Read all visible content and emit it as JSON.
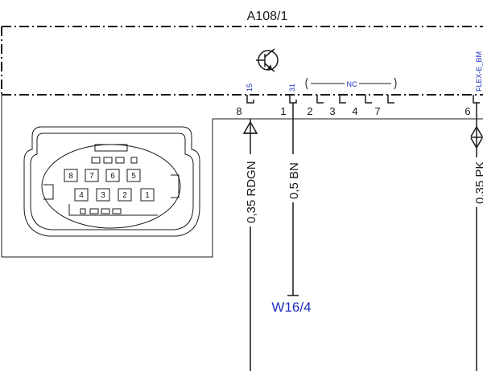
{
  "component": {
    "name": "A108/1",
    "symbol": "transistor-icon"
  },
  "pins": {
    "p8": "8",
    "p1": "1",
    "p2": "2",
    "p3": "3",
    "p4": "4",
    "p7": "7",
    "p6": "6"
  },
  "signals": {
    "s15": "15",
    "s31": "31",
    "nc": "NC",
    "flex": "FLEX-E_BM"
  },
  "wires": {
    "w_rdgn": "0,35 RDGN",
    "w_bn": "0,5 BN",
    "w_pk": "0,35 PK"
  },
  "ground": {
    "label": "W16/4"
  },
  "connector_face": {
    "top_row": [
      "8",
      "7",
      "6",
      "5"
    ],
    "bottom_row": [
      "4",
      "3",
      "2",
      "1"
    ]
  },
  "colors": {
    "line": "#1a1a1a",
    "reference": "#1f2fbf"
  }
}
